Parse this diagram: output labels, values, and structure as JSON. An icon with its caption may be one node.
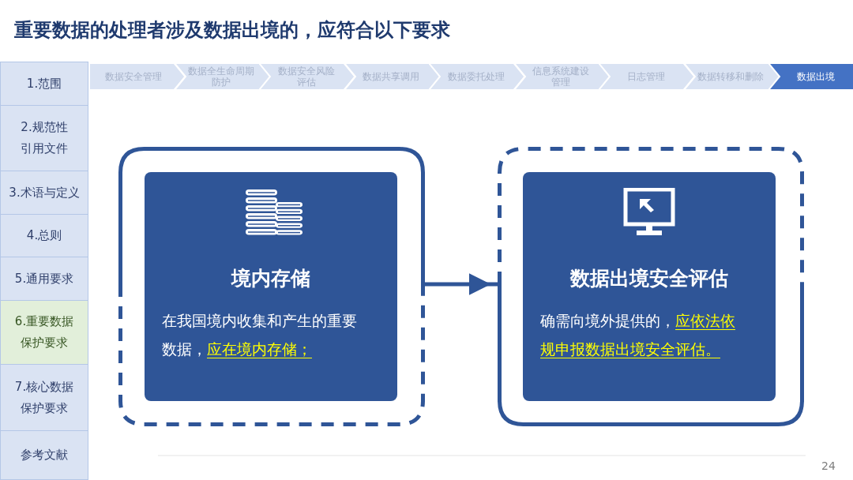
{
  "diagram": {
    "title": "重要数据的处理者涉及数据出境的，应符合以下要求",
    "nodes": [
      {
        "text": [
          "1.范围"
        ]
      },
      {
        "text": [
          "2.规范性引用文件"
        ]
      },
      {
        "text": [
          "3.术语与定义"
        ]
      },
      {
        "text": [
          "4.总则"
        ]
      },
      {
        "text": [
          "5.通用要求"
        ]
      },
      {
        "text": [
          "6.重要数据保护要求"
        ]
      },
      {
        "text": [
          "7.核心数据保护要求"
        ]
      },
      {
        "text": [
          "参考文献"
        ]
      },
      {
        "text": [
          "数据安全管理"
        ]
      },
      {
        "text": [
          "数据全生命周期防护"
        ]
      },
      {
        "text": [
          "数据安全风险评估"
        ]
      },
      {
        "text": [
          "数据共享调用"
        ]
      },
      {
        "text": [
          "数据委托处理"
        ]
      },
      {
        "text": [
          "信息系统建设管理"
        ]
      },
      {
        "text": [
          "日志管理"
        ]
      },
      {
        "text": [
          "数据转移和删除"
        ]
      },
      {
        "text": [
          "数据出境"
        ]
      },
      {
        "text": [],
        "shape": "box"
      },
      {
        "text": [
          "境内存储",
          "在我国境内收集和产生的重要数据，",
          "应在境内存储；"
        ],
        "in": 17
      },
      {
        "text": [],
        "shape": "box"
      },
      {
        "text": [
          "数据出境安全评估",
          "确需向境外提供的，",
          "应依法依规申报数据出境安全评估。"
        ],
        "in": 19
      }
    ],
    "edges": [
      {
        "from": 17,
        "to": 19,
        "arrow": "to"
      }
    ],
    "labels": [
      "24"
    ]
  }
}
